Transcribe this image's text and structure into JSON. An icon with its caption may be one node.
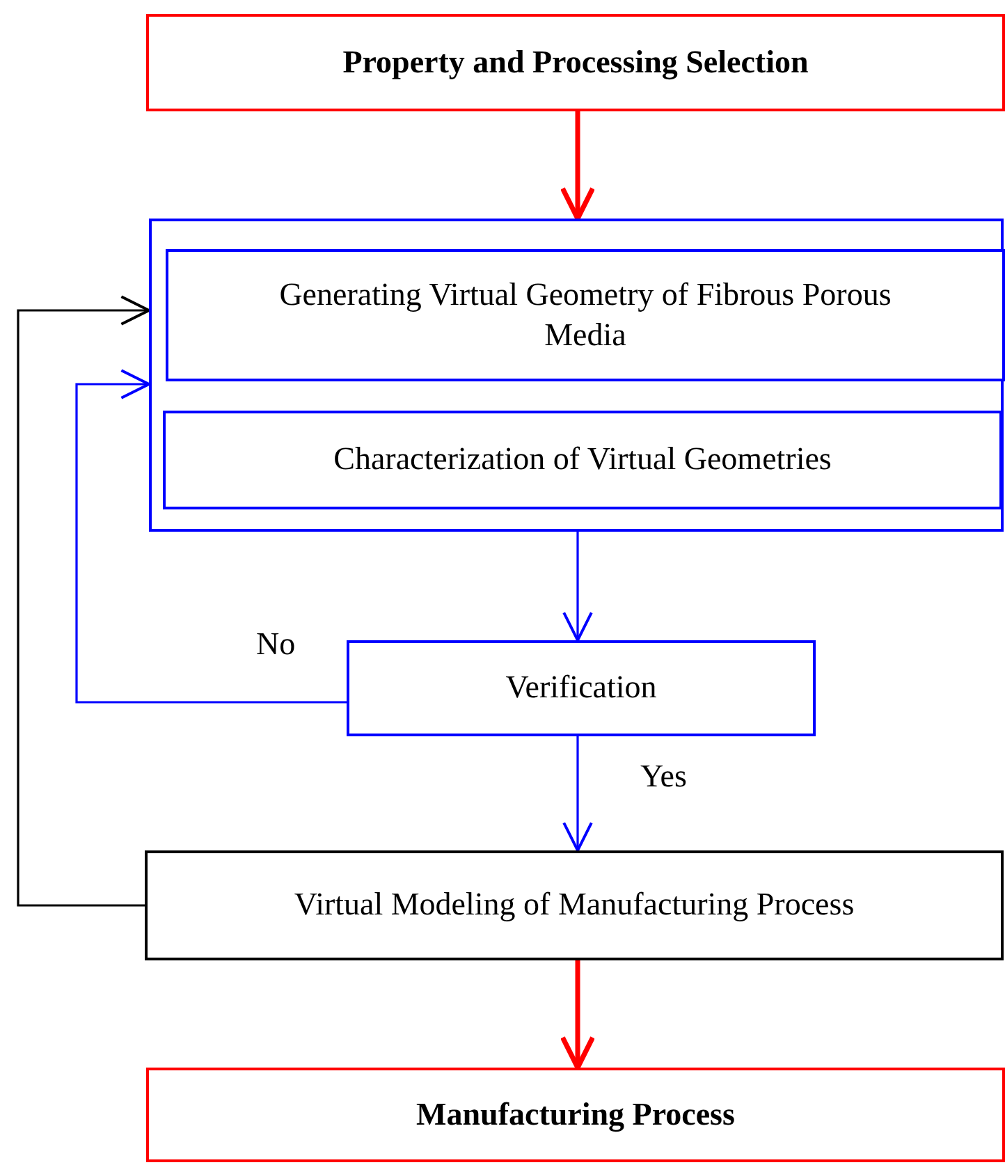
{
  "diagram": {
    "nodes": [
      {
        "text": [
          "Property and Processing Selection"
        ]
      },
      {
        "text": [],
        "shape": "box"
      },
      {
        "text": [
          "Generating Virtual Geometry of Fibrous Porous Media"
        ],
        "in": 1
      },
      {
        "text": [
          "Characterization of Virtual Geometries"
        ],
        "in": 1
      },
      {
        "text": [
          "Verification"
        ]
      },
      {
        "text": [
          "Virtual Modeling of Manufacturing Process"
        ]
      },
      {
        "text": [
          "Manufacturing Process"
        ]
      }
    ],
    "edges": [
      {
        "from": 0,
        "to": 1,
        "arrow": "to",
        "style": "thick",
        "color": "#ff0000"
      },
      {
        "from": 1,
        "to": 4,
        "arrow": "to"
      },
      {
        "from": 4,
        "to": 1,
        "arrow": "to",
        "label": "No"
      },
      {
        "from": 4,
        "to": 5,
        "arrow": "to",
        "label": "Yes"
      },
      {
        "from": 5,
        "to": 1,
        "arrow": "to",
        "color": "#000000"
      },
      {
        "from": 5,
        "to": 6,
        "arrow": "to",
        "style": "thick",
        "color": "#ff0000"
      }
    ]
  }
}
